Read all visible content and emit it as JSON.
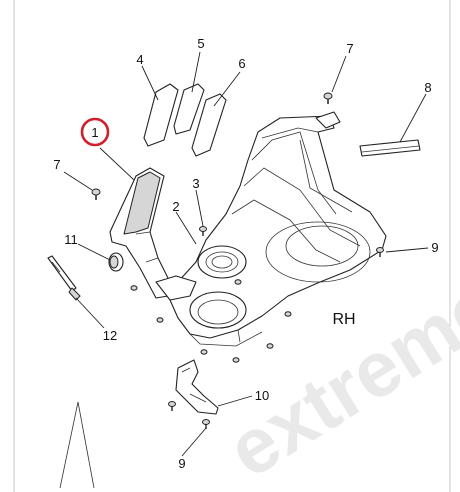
{
  "diagram": {
    "side_label": "RH",
    "watermark": "extreme",
    "highlight_color": "#d0202a",
    "callouts": {
      "c1": "1",
      "c2": "2",
      "c3": "3",
      "c4": "4",
      "c5": "5",
      "c6": "6",
      "c7_top": "7",
      "c7_left": "7",
      "c8": "8",
      "c9_right": "9",
      "c9_bottom": "9",
      "c10": "10",
      "c11": "11",
      "c12": "12"
    }
  }
}
